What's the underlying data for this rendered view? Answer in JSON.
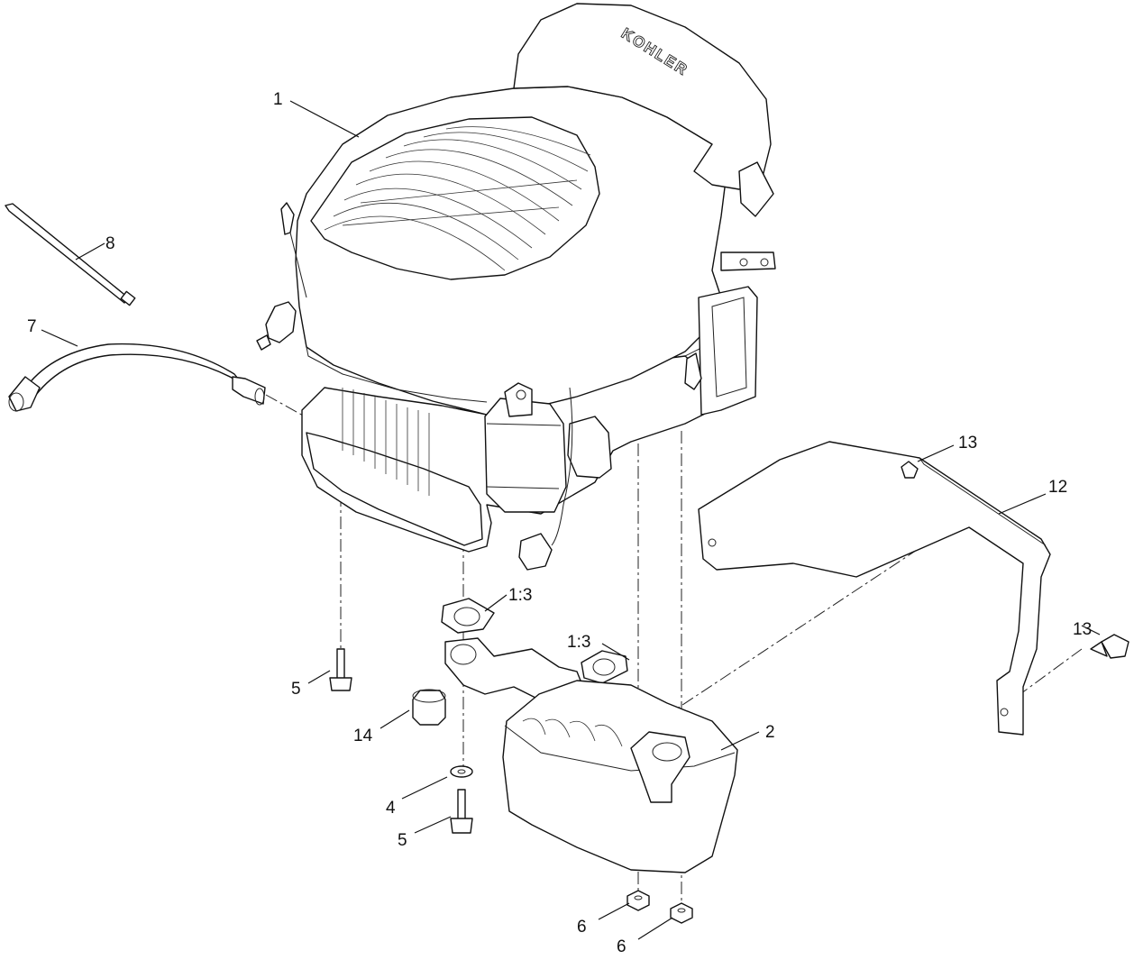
{
  "diagram": {
    "brand_mark": "KOHLER",
    "callouts": {
      "c1": "1",
      "c2": "2",
      "c4": "4",
      "c5a": "5",
      "c5b": "5",
      "c6a": "6",
      "c6b": "6",
      "c7": "7",
      "c8": "8",
      "c12": "12",
      "c13a": "13",
      "c13b": "13",
      "c14": "14",
      "c13_ratio_a": "1:3",
      "c13_ratio_b": "1:3"
    }
  }
}
